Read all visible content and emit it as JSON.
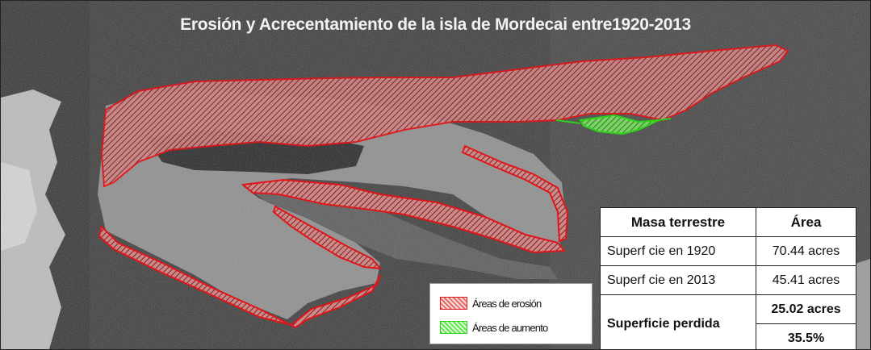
{
  "title": "Erosión y Acrecentamiento de la isla de Mordecai entre1920-2013",
  "legend": {
    "items": [
      {
        "label": "Áreas de erosión",
        "color": "#e0161a"
      },
      {
        "label": "Áreas de aumento",
        "color": "#2ed11a"
      }
    ]
  },
  "table": {
    "headers": [
      "Masa terrestre",
      "Área"
    ],
    "rows": [
      {
        "label": "Superf cie en 1920",
        "value": "70.44 acres"
      },
      {
        "label": "Superf cie en 2013",
        "value": "45.41 acres"
      }
    ],
    "total": {
      "label": "Superficie perdida",
      "value": "25.02 acres",
      "percent": "35.5%"
    }
  },
  "colors": {
    "erosion": "#e0161a",
    "accretion": "#2ed11a"
  }
}
